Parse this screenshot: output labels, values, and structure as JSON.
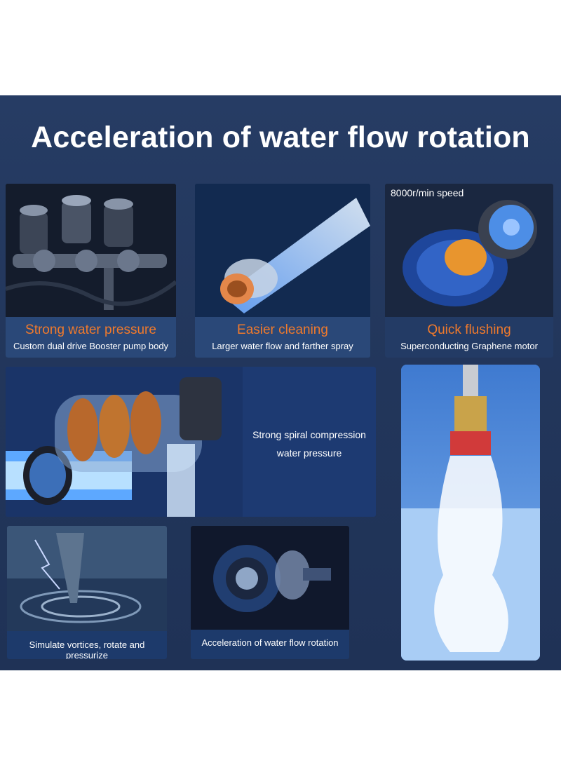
{
  "headline": "Acceleration of water flow rotation",
  "cards": [
    {
      "title": "Strong water pressure",
      "subtitle": "Custom dual drive Booster pump body"
    },
    {
      "title": "Easier cleaning",
      "subtitle": "Larger water flow and farther spray"
    },
    {
      "title": "Quick flushing",
      "subtitle": "Superconducting Graphene motor",
      "badge": "8000r/min speed"
    }
  ],
  "spiral": {
    "line1": "Strong spiral compression",
    "line2": "water pressure"
  },
  "bottom": [
    {
      "label": "Simulate vortices, rotate and pressurize"
    },
    {
      "label": "Acceleration of water flow rotation"
    }
  ],
  "colors": {
    "background": "#22365b",
    "accent": "#f07a2c",
    "caption_box": "#2a4878"
  }
}
